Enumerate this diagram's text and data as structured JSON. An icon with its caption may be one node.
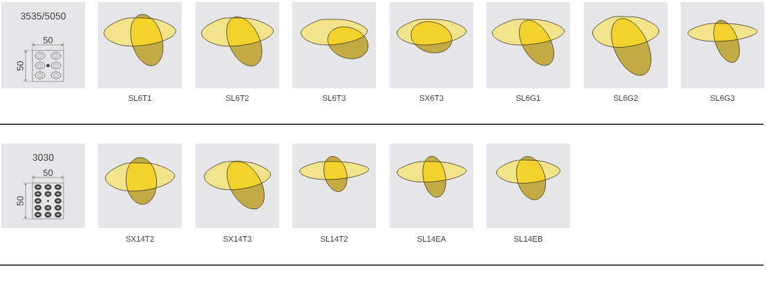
{
  "diagram": {
    "nodes": [
      {
        "text": [
          "3535/5050"
        ]
      },
      {
        "text": [],
        "shape": "box",
        "beside": [
          "SL6T1"
        ]
      },
      {
        "text": [],
        "shape": "box",
        "beside": [
          "SL6T2"
        ]
      },
      {
        "text": [],
        "shape": "box",
        "beside": [
          "SL6T3"
        ]
      },
      {
        "text": [],
        "shape": "box",
        "beside": [
          "SX6T3"
        ]
      },
      {
        "text": [],
        "shape": "box",
        "beside": [
          "SL6G1"
        ]
      },
      {
        "text": [],
        "shape": "box",
        "beside": [
          "SL6G2"
        ]
      },
      {
        "text": [],
        "shape": "box",
        "beside": [
          "SL6G3"
        ]
      },
      {
        "text": [
          "3030"
        ]
      },
      {
        "text": [],
        "shape": "box",
        "beside": [
          "SX14T2"
        ]
      },
      {
        "text": [],
        "shape": "box",
        "beside": [
          "SX14T3"
        ]
      },
      {
        "text": [],
        "shape": "box",
        "beside": [
          "SL14T2"
        ]
      },
      {
        "text": [],
        "shape": "box",
        "beside": [
          "SL14EA"
        ]
      },
      {
        "text": [],
        "shape": "box",
        "beside": [
          "SL14EB"
        ]
      }
    ],
    "labels": [
      "50",
      "50",
      "50",
      "50"
    ]
  }
}
